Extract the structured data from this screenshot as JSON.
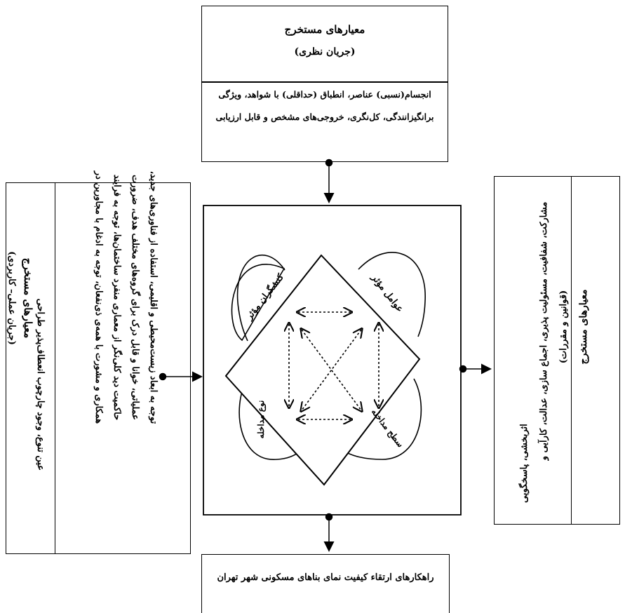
{
  "top": {
    "title": "معیارهای مستخرج",
    "subtitle": "(جریان نظری)",
    "body_lines": [
      "انجسام(نسبی) عناصر، انطباق (حداقلی) با شواهد، ویژگی",
      "برانگیزانندگی، کل‌نگری، خروجی‌های مشخص و قابل ارزیابی"
    ]
  },
  "left": {
    "title": "معیارهای مستخرج",
    "subtitle": "(جریان عملی– کاربردی)",
    "body_lines": [
      "توجه به ابعاد زیست‌محیطی و اقلیمی، استفاده از فناوری‌های جدید،",
      "عملیاتی، خوانا و قابل درک برای گروه‌های مختلف هدف، ضرورت",
      "حاکمیت دید کلی‌نگر از معماری منفرد ساختمان‌ها، توجه به فرایند",
      "همکاری و مشورت با همه‌ی ذی‌نفعان، توجه به ادغام با مجاورین در",
      "عین تنوع، وجود چارچوب انعطاف‌پذیر طراحی"
    ]
  },
  "right": {
    "title": "معیارهای مستخرج",
    "subtitle": "(قوانین و مقررات)",
    "body_lines": [
      "مشارکت، شفافیت، مسئولیت پذیری، اجماع سازی، عدالت، کارآیی و",
      "اثربخشی، پاسخگویی"
    ]
  },
  "bottom": {
    "label": "راهکارهای ارتقاء کیفیت نمای بناهای مسکونی شهر تهران"
  },
  "center": {
    "petals": {
      "top_left": "کنشگران مؤثر",
      "top_right": "عوامل مؤثر",
      "bottom_left": "نوع مداخله",
      "bottom_right": "سطح مداخله"
    }
  }
}
